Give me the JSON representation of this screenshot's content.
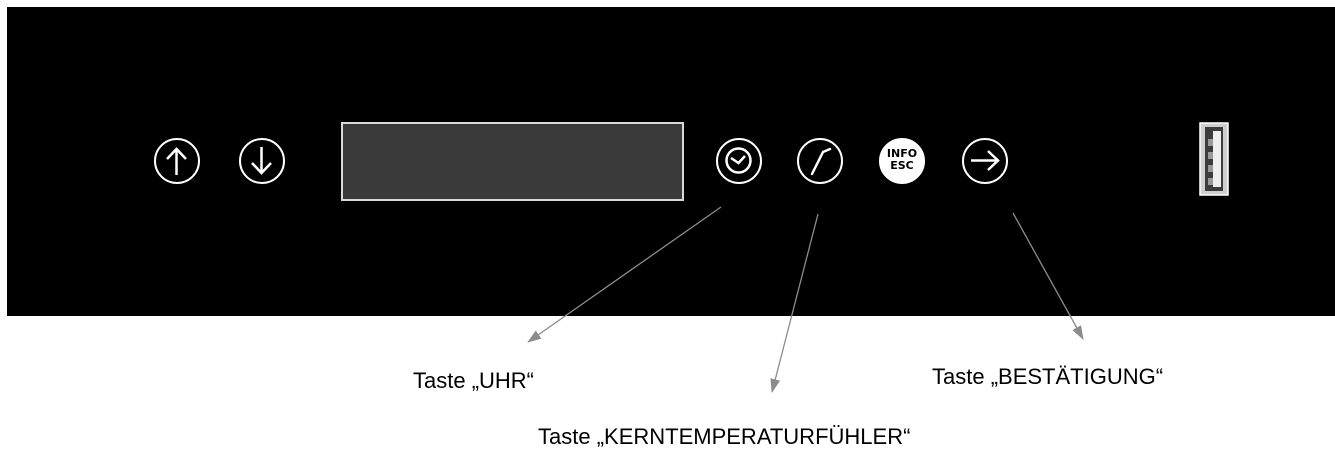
{
  "panel": {
    "buttons": [
      {
        "id": "up",
        "icon": "arrow-up-icon"
      },
      {
        "id": "down",
        "icon": "arrow-down-icon"
      },
      {
        "id": "clock",
        "icon": "clock-icon"
      },
      {
        "id": "probe",
        "icon": "core-temperature-probe-icon"
      },
      {
        "id": "info",
        "icon": "info-esc-icon",
        "line1": "INFO",
        "line2": "ESC"
      },
      {
        "id": "confirm",
        "icon": "arrow-right-icon"
      }
    ],
    "usb_icon": "usb-port-icon",
    "colors": {
      "panel": "#000000",
      "display": "#3a3a3a",
      "button": "#ffffff"
    }
  },
  "labels": {
    "uhr": "Taste „UHR“",
    "kerntemperaturfuehler": "Taste „KERNTEMPERATURFÜHLER“",
    "bestaetigung": "Taste „BESTÄTIGUNG“"
  }
}
